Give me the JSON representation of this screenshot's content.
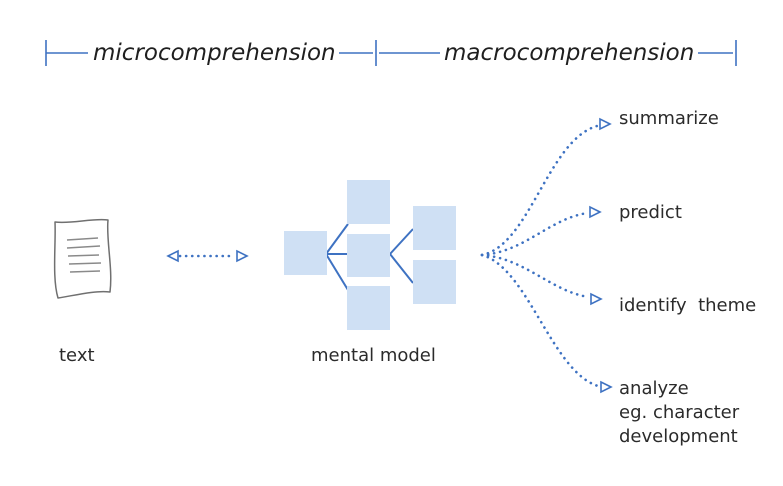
{
  "header": {
    "micro_label": "microcomprehension",
    "macro_label": "macrocomprehension"
  },
  "text_label": "text",
  "model_label": "mental model",
  "outcomes": [
    {
      "lines": [
        "summarize"
      ]
    },
    {
      "lines": [
        "predict"
      ]
    },
    {
      "lines": [
        "identify  theme"
      ]
    },
    {
      "lines": [
        "analyze",
        "eg. character",
        "development"
      ]
    }
  ],
  "colors": {
    "accent": "#3e72c2",
    "node_fill": "#cfe0f4",
    "text": "#2b2b2b"
  },
  "icons": [
    "document-icon",
    "bidirectional-arrow-icon",
    "arrow-icon"
  ]
}
